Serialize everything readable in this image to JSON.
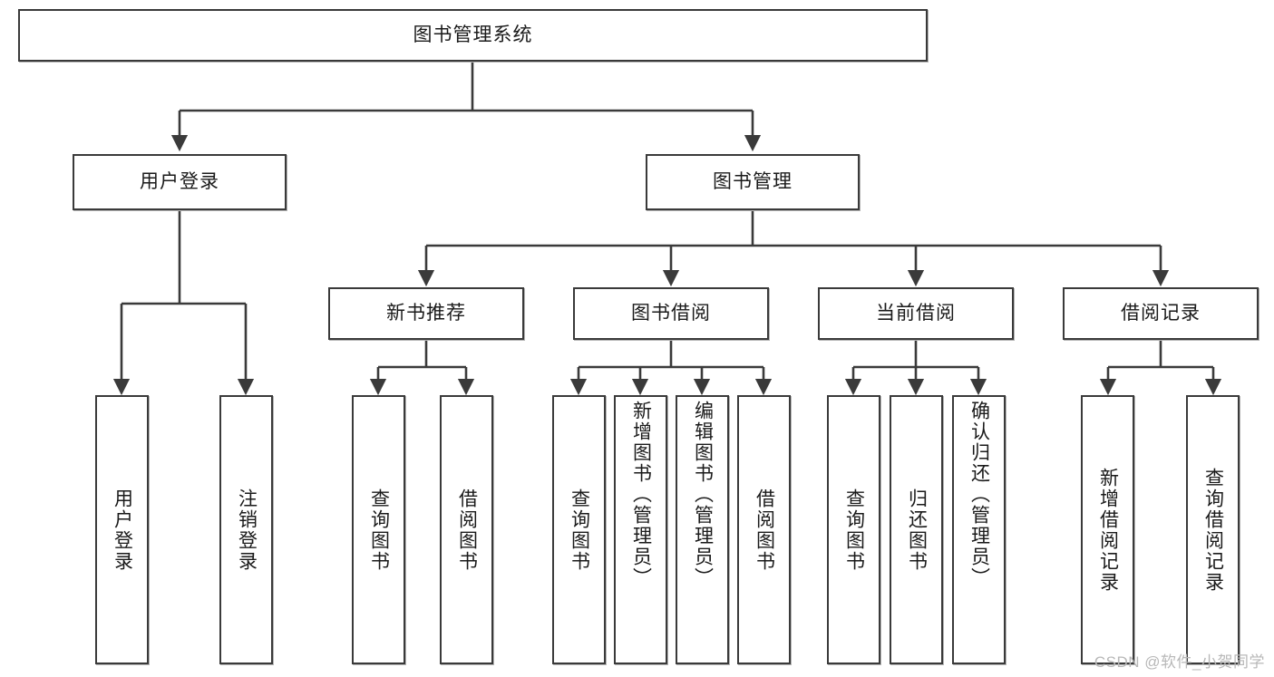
{
  "diagram": {
    "title": "图书管理系统",
    "type": "hierarchy-tree",
    "root": {
      "label": "图书管理系统"
    },
    "level2": [
      {
        "label": "用户登录"
      },
      {
        "label": "图书管理"
      }
    ],
    "level3": [
      {
        "label": "新书推荐"
      },
      {
        "label": "图书借阅"
      },
      {
        "label": "当前借阅"
      },
      {
        "label": "借阅记录"
      }
    ],
    "leaves": {
      "user_login": [
        {
          "label": "用户登录"
        },
        {
          "label": "注销登录"
        }
      ],
      "new_book_recommend": [
        {
          "label": "查询图书"
        },
        {
          "label": "借阅图书"
        }
      ],
      "book_borrow": [
        {
          "label": "查询图书"
        },
        {
          "label": "新增图书（管理员）"
        },
        {
          "label": "编辑图书（管理员）"
        },
        {
          "label": "借阅图书"
        }
      ],
      "current_borrow": [
        {
          "label": "查询图书"
        },
        {
          "label": "归还图书"
        },
        {
          "label": "确认归还（管理员）"
        }
      ],
      "borrow_records": [
        {
          "label": "新增借阅记录"
        },
        {
          "label": "查询借阅记录"
        }
      ]
    }
  },
  "watermark": {
    "text": "CSDN @软件_小贺同学"
  },
  "colors": {
    "border": "#3a3a3a",
    "text": "#1a1a1a",
    "background": "#ffffff",
    "watermark": "#b8b8b8"
  }
}
